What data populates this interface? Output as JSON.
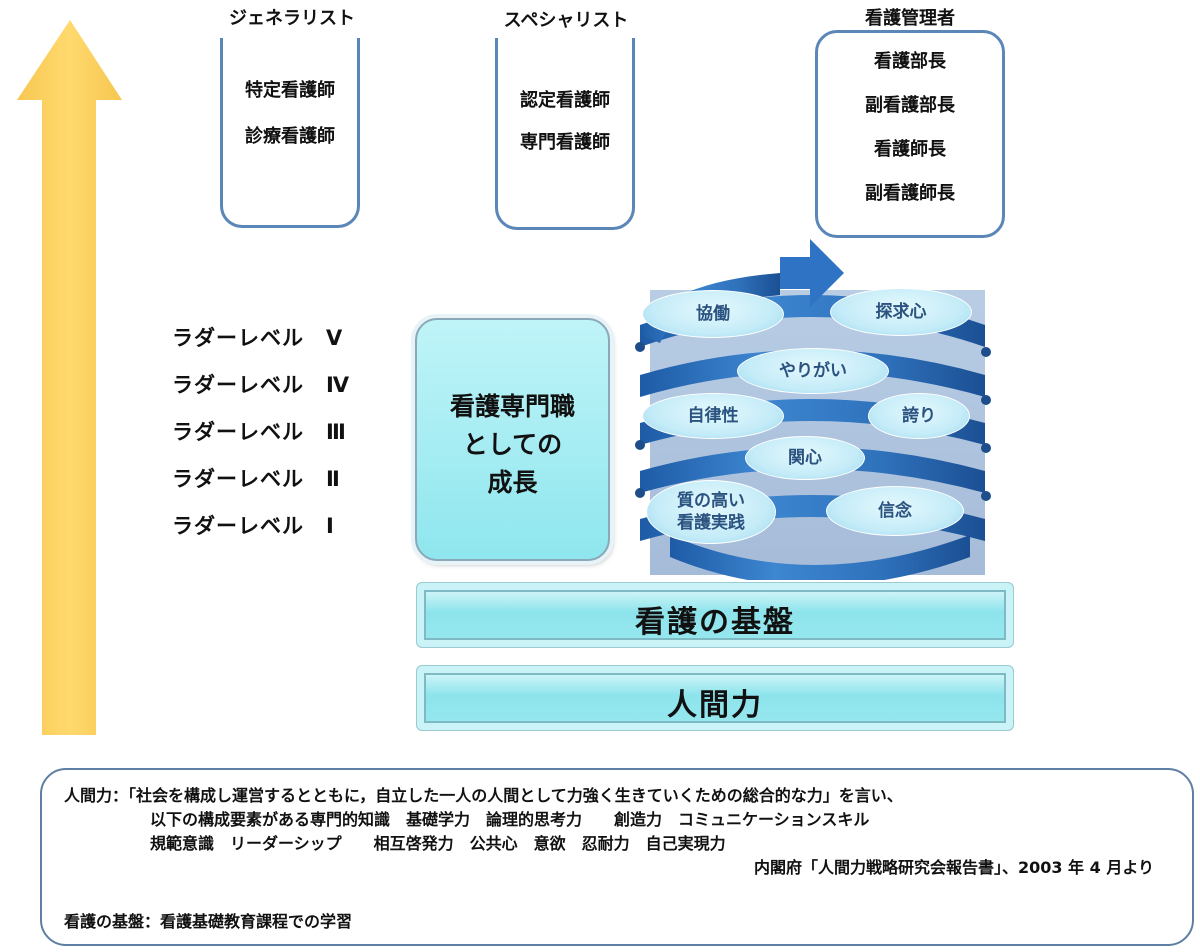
{
  "careers": [
    {
      "title": "ジェネラリスト",
      "items": [
        "特定看護師",
        "診療看護師"
      ]
    },
    {
      "title": "スペシャリスト",
      "items": [
        "認定看護師",
        "専門看護師"
      ]
    },
    {
      "title": "看護管理者",
      "items": [
        "看護部長",
        "副看護部長",
        "看護師長",
        "副看護師長"
      ]
    }
  ],
  "ladder_levels": [
    "ラダーレベル　Ⅴ",
    "ラダーレベル　Ⅳ",
    "ラダーレベル　Ⅲ",
    "ラダーレベル　Ⅱ",
    "ラダーレベル　Ⅰ"
  ],
  "growth": {
    "line1": "看護専門職",
    "line2": "としての",
    "line3": "成長"
  },
  "spiral_values": {
    "collaboration": "協働",
    "inquiry": "探求心",
    "fulfillment": "やりがい",
    "autonomy": "自律性",
    "pride": "誇り",
    "interest": "関心",
    "quality_line1": "質の高い",
    "quality_line2": "看護実践",
    "belief": "信念"
  },
  "foundation": {
    "nursing_base": "看護の基盤",
    "human_power": "人間力"
  },
  "notes": {
    "line1": "人間力：「社会を構成し運営するとともに，自立した一人の人間として力強く生きていくための総合的な力」を言い、",
    "line2": "以下の構成要素がある専門的知識　基礎学力　論理的思考力　　創造力　コミュニケーションスキル",
    "line3": "規範意識　リーダーシップ　　相互啓発力　公共心　意欲　忍耐力　自己実現力",
    "line4": "内閣府「人間力戦略研究会報告書」、2003 年 4 月より",
    "line5": "看護の基盤：看護基礎教育課程での学習"
  },
  "colors": {
    "arrow": "#fbcf5e",
    "spiral": "#2d6fb8",
    "box_border": "#5a86b8"
  }
}
